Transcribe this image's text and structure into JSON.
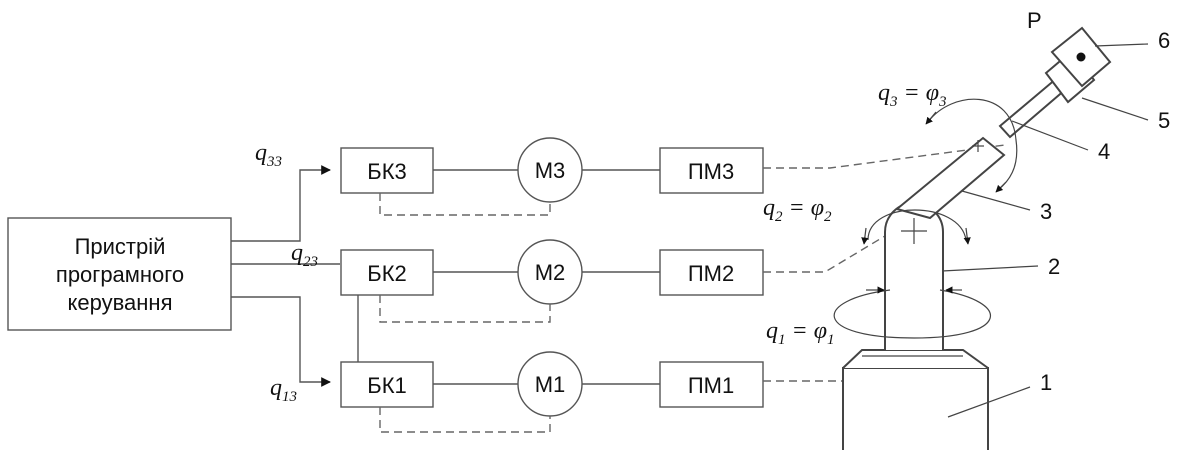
{
  "controller": {
    "lines": [
      "Пристрій",
      "програмного",
      "керування"
    ]
  },
  "control_blocks": [
    "БК3",
    "БК2",
    "БК1"
  ],
  "motors": [
    "М3",
    "М2",
    "М1"
  ],
  "transmissions": [
    "ПМ3",
    "ПМ2",
    "ПМ1"
  ],
  "signals": [
    {
      "base": "q",
      "sub": "33"
    },
    {
      "base": "q",
      "sub": "23"
    },
    {
      "base": "q",
      "sub": "13"
    }
  ],
  "joints": [
    {
      "q": "q",
      "q_sub": "3",
      "eq": " = ",
      "phi": "φ",
      "phi_sub": "3"
    },
    {
      "q": "q",
      "q_sub": "2",
      "eq": " = ",
      "phi": "φ",
      "phi_sub": "2"
    },
    {
      "q": "q",
      "q_sub": "1",
      "eq": " = ",
      "phi": "φ",
      "phi_sub": "1"
    }
  ],
  "point_label": "P",
  "part_numbers": [
    "1",
    "2",
    "3",
    "4",
    "5",
    "6"
  ]
}
